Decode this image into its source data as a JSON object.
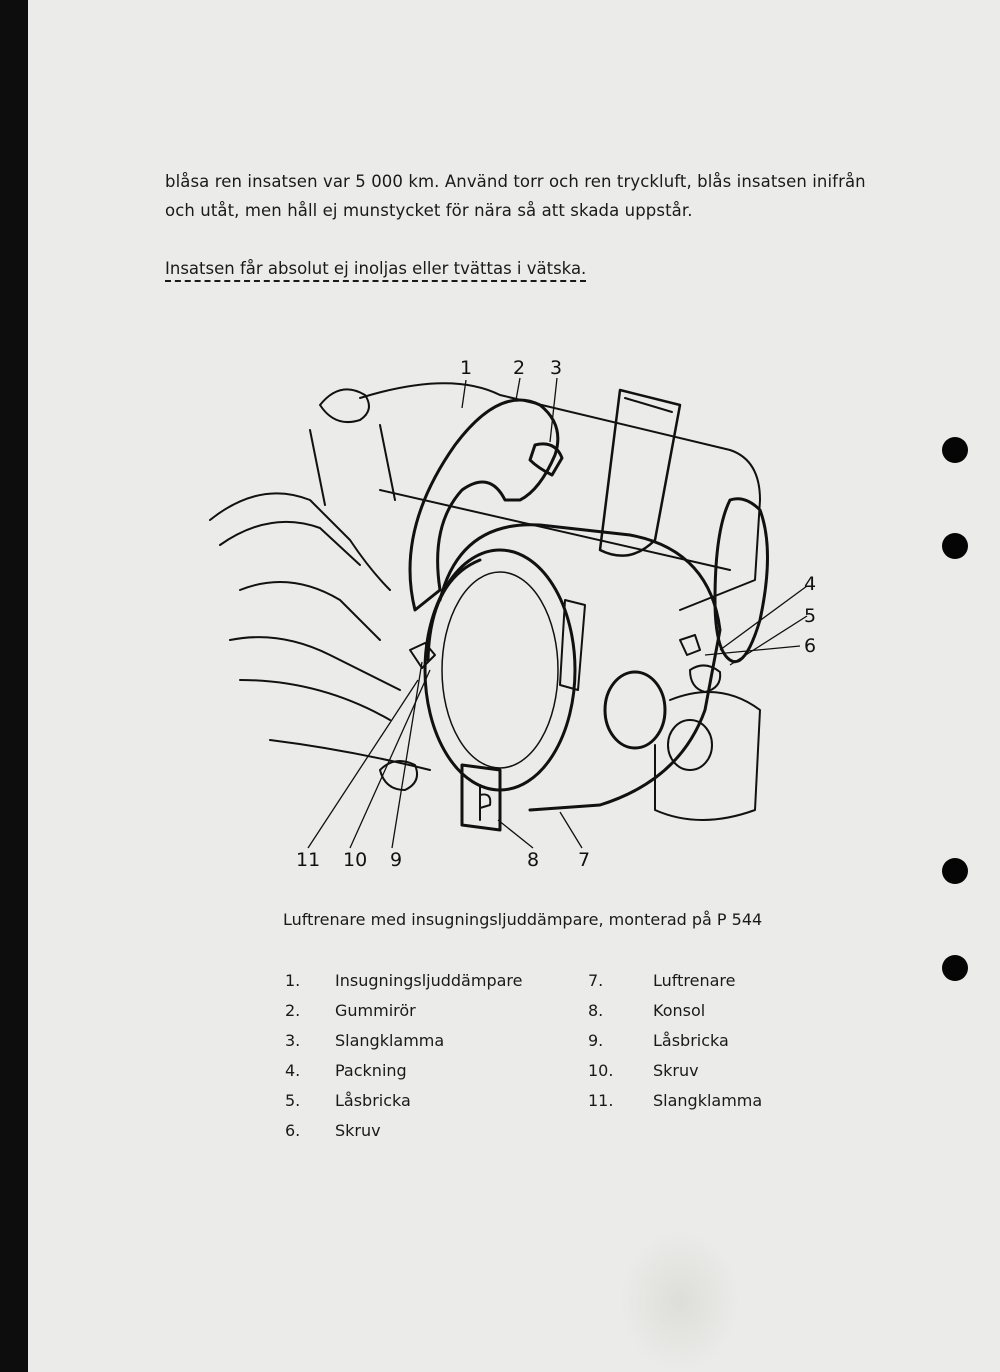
{
  "text": {
    "paragraph_line1": "blåsa ren insatsen var 5 000 km. Använd torr och ren tryckluft, blås insatsen inifrån",
    "paragraph_line2": "och utåt, men håll ej munstycket för nära så att skada uppstår.",
    "warning": "Insatsen får absolut ej inoljas eller tvättas i vätska."
  },
  "diagram": {
    "callouts": [
      "1",
      "2",
      "3",
      "4",
      "5",
      "6",
      "7",
      "8",
      "9",
      "10",
      "11"
    ]
  },
  "caption": "Luftrenare med insugningsljuddämpare, monterad på P 544",
  "legend": {
    "left": [
      {
        "num": "1.",
        "name": "Insugningsljuddämpare"
      },
      {
        "num": "2.",
        "name": "Gummirör"
      },
      {
        "num": "3.",
        "name": "Slangklamma"
      },
      {
        "num": "4.",
        "name": "Packning"
      },
      {
        "num": "5.",
        "name": "Låsbricka"
      },
      {
        "num": "6.",
        "name": "Skruv"
      }
    ],
    "right": [
      {
        "num": "7.",
        "name": "Luftrenare"
      },
      {
        "num": "8.",
        "name": "Konsol"
      },
      {
        "num": "9.",
        "name": "Låsbricka"
      },
      {
        "num": "10.",
        "name": "Skruv"
      },
      {
        "num": "11.",
        "name": "Slangklamma"
      }
    ]
  },
  "colors": {
    "paper": "#ebebe9",
    "ink": "#1a1a1a",
    "binding": "#0d0d0d"
  }
}
